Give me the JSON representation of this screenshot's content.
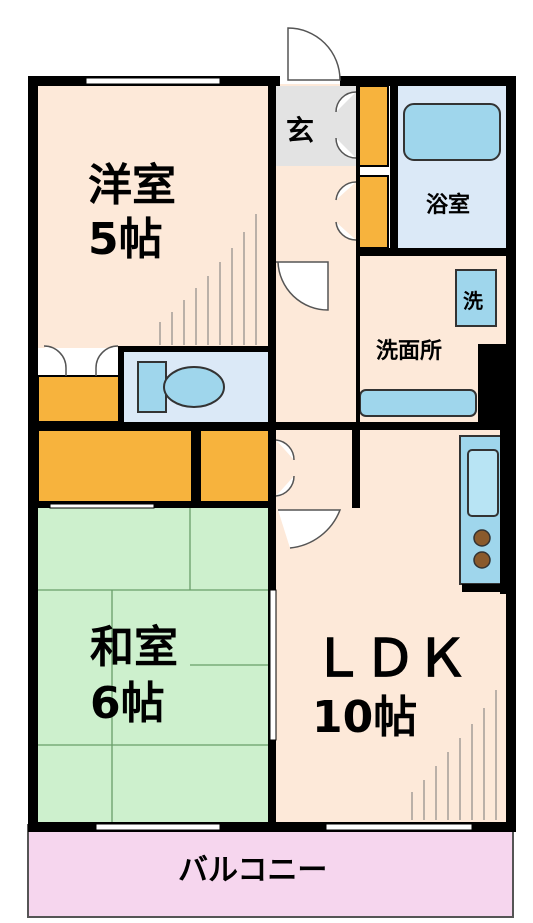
{
  "rooms": {
    "western": {
      "name": "洋室",
      "size": "5帖"
    },
    "japanese": {
      "name": "和室",
      "size": "6帖"
    },
    "ldk": {
      "name": "ＬＤＫ",
      "size": "10帖"
    },
    "entrance": {
      "name": "玄"
    },
    "bath": {
      "name": "浴室"
    },
    "washroom": {
      "name": "洗面所"
    },
    "washer": {
      "name": "洗"
    },
    "balcony": {
      "name": "バルコニー"
    }
  },
  "colors": {
    "wall": "#000000",
    "room_wood": "#fde9d9",
    "tatami": "#cdf0cd",
    "closet": "#f7b33d",
    "toilet_room": "#dbe9f7",
    "bath_room": "#dbe9f7",
    "fixture": "#9fd6ec",
    "balcony": "#f6d6ee",
    "entrance_floor": "#e3e3e3"
  }
}
